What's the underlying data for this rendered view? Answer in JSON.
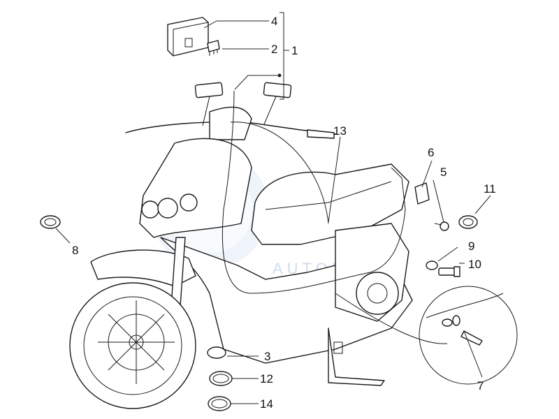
{
  "diagram": {
    "callouts": [
      {
        "id": "c4",
        "label": "4"
      },
      {
        "id": "c2",
        "label": "2"
      },
      {
        "id": "c1",
        "label": "1"
      },
      {
        "id": "c13",
        "label": "13"
      },
      {
        "id": "c6",
        "label": "6"
      },
      {
        "id": "c5",
        "label": "5"
      },
      {
        "id": "c11",
        "label": "11"
      },
      {
        "id": "c8",
        "label": "8"
      },
      {
        "id": "c9",
        "label": "9"
      },
      {
        "id": "c10",
        "label": "10"
      },
      {
        "id": "c3",
        "label": "3"
      },
      {
        "id": "c12",
        "label": "12"
      },
      {
        "id": "c14",
        "label": "14"
      },
      {
        "id": "c7",
        "label": "7"
      }
    ],
    "watermark": {
      "text": "AUTOPARTS",
      "color": "#d9e6f2"
    }
  }
}
